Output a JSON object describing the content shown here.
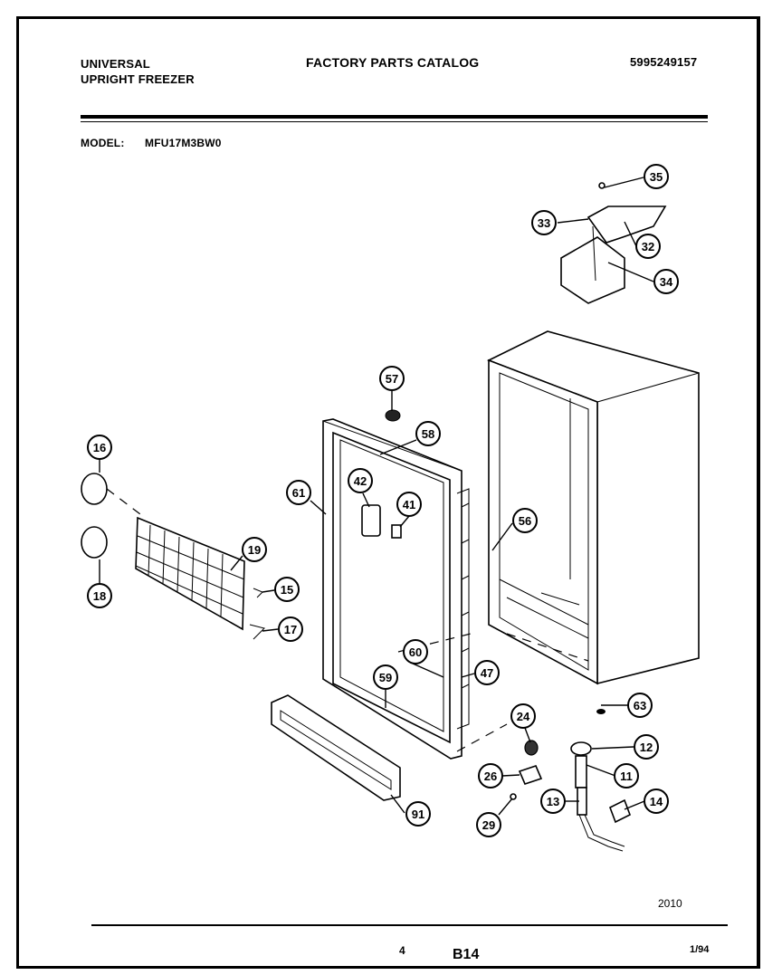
{
  "header": {
    "brand": "UNIVERSAL",
    "product": "UPRIGHT FREEZER",
    "catalog_title": "FACTORY PARTS CATALOG",
    "catalog_number": "5995249157",
    "model_label": "MODEL:",
    "model_value": "MFU17M3BW0"
  },
  "callouts": [
    "35",
    "33",
    "32",
    "34",
    "57",
    "58",
    "16",
    "61",
    "42",
    "41",
    "56",
    "19",
    "15",
    "18",
    "17",
    "60",
    "47",
    "59",
    "24",
    "63",
    "12",
    "26",
    "11",
    "13",
    "14",
    "29",
    "91"
  ],
  "footer": {
    "drawing_number": "2010",
    "page_number": "4",
    "section_code": "B14",
    "date": "1/94"
  }
}
